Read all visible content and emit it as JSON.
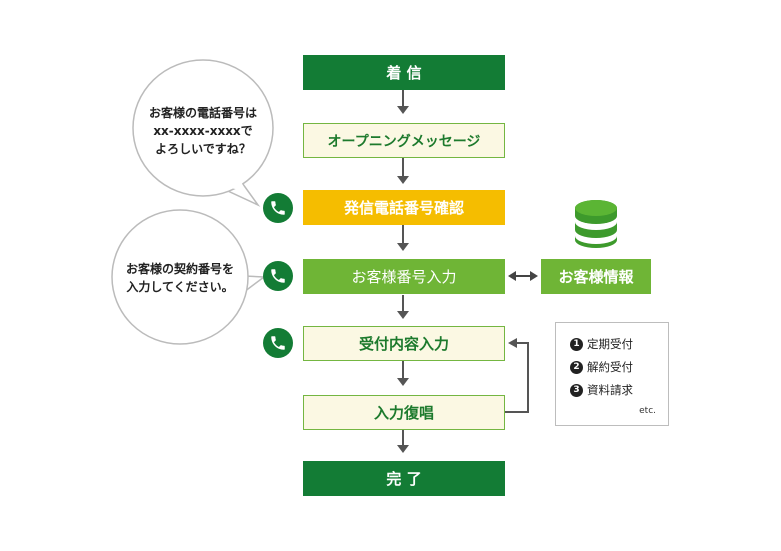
{
  "flow": {
    "incoming": "着 信",
    "opening": "オープニングメッセージ",
    "caller_id_check": "発信電話番号確認",
    "customer_no_input": "お客様番号入力",
    "customer_info": "お客様情報",
    "inquiry_input": "受付内容入力",
    "readback": "入力復唱",
    "complete": "完 了"
  },
  "bubbles": {
    "phone_confirm": {
      "line1": "お客様の電話番号は",
      "line2": "xx-xxxx-xxxxで",
      "line3": "よろしいですね？"
    },
    "contract_no": {
      "line1": "お客様の契約番号を",
      "line2": "入力してください。"
    }
  },
  "legend": {
    "items": [
      {
        "num": "1",
        "label": "定期受付"
      },
      {
        "num": "2",
        "label": "解約受付"
      },
      {
        "num": "3",
        "label": "資料請求"
      }
    ],
    "etc": "etc."
  },
  "icons": [
    "phone-icon",
    "database-icon",
    "arrow-down-icon",
    "double-arrow-icon",
    "loop-arrow-icon"
  ],
  "colors": {
    "dark_green": "#137c35",
    "green": "#6fb536",
    "yellow": "#f5bd00",
    "cream": "#fbf8e3"
  }
}
